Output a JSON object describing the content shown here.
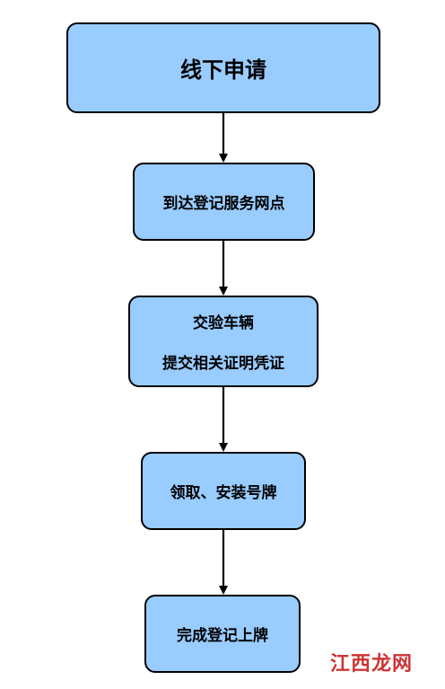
{
  "diagram": {
    "type": "flowchart",
    "colors": {
      "box_fill": "#99ccff",
      "box_border": "#000000",
      "arrow": "#000000"
    },
    "nodes": [
      {
        "id": "n1",
        "lines": [
          "线下申请"
        ]
      },
      {
        "id": "n2",
        "lines": [
          "到达登记服务网点"
        ]
      },
      {
        "id": "n3",
        "lines": [
          "交验车辆",
          "提交相关证明凭证"
        ]
      },
      {
        "id": "n4",
        "lines": [
          "领取、安装号牌"
        ]
      },
      {
        "id": "n5",
        "lines": [
          "完成登记上牌"
        ]
      }
    ],
    "edges": [
      {
        "from": "n1",
        "to": "n2"
      },
      {
        "from": "n2",
        "to": "n3"
      },
      {
        "from": "n3",
        "to": "n4"
      },
      {
        "from": "n4",
        "to": "n5"
      }
    ]
  },
  "watermark": {
    "text": "江西龙网",
    "color": "#c81e1e"
  }
}
